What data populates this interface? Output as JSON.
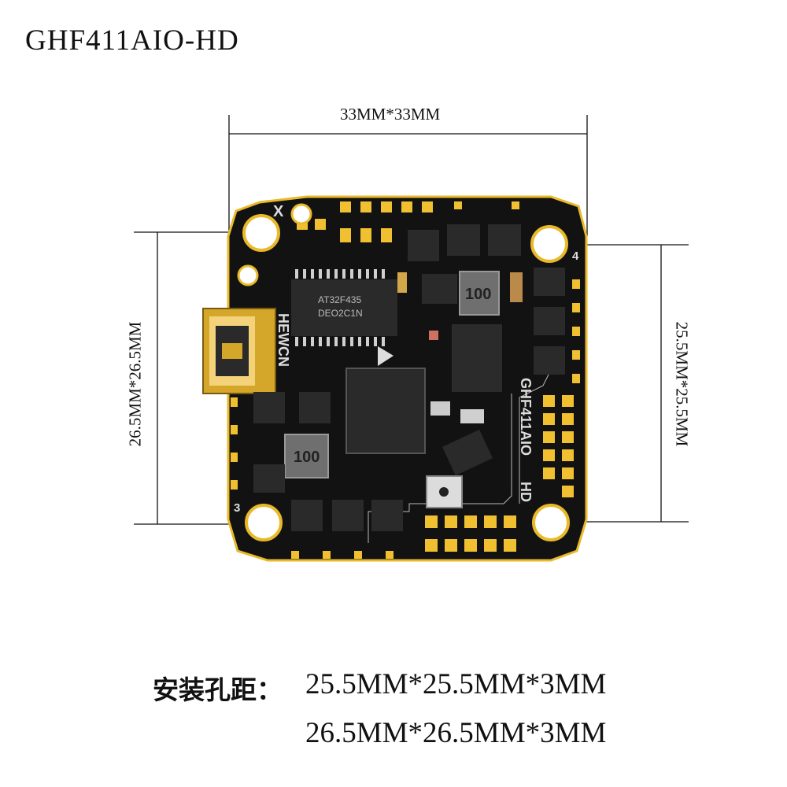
{
  "title": "GHF411AIO-HD",
  "dimensions": {
    "board_size": "33MM*33MM",
    "left_spacing": "26.5MM*26.5MM",
    "right_spacing": "25.5MM*25.5MM"
  },
  "mounting": {
    "label": "安装孔距：",
    "line1": "25.5MM*25.5MM*3MM",
    "line2": "26.5MM*26.5MM*3MM"
  },
  "board_silkscreen": {
    "brand": "HEWCN",
    "model": "GHF411AIO",
    "hd_mark": "HD",
    "corner_x": "X",
    "chip_main": "AT32F435",
    "chip_osd": "DEO2C1N",
    "inductor_1": "100",
    "inductor_2": "100",
    "pad_3": "3",
    "pad_4": "4"
  },
  "colors": {
    "pcb": "#121212",
    "gold": "#e9b92a",
    "copper_pad": "#f0c030",
    "chip": "#2a2a2a",
    "line": "#111111"
  }
}
